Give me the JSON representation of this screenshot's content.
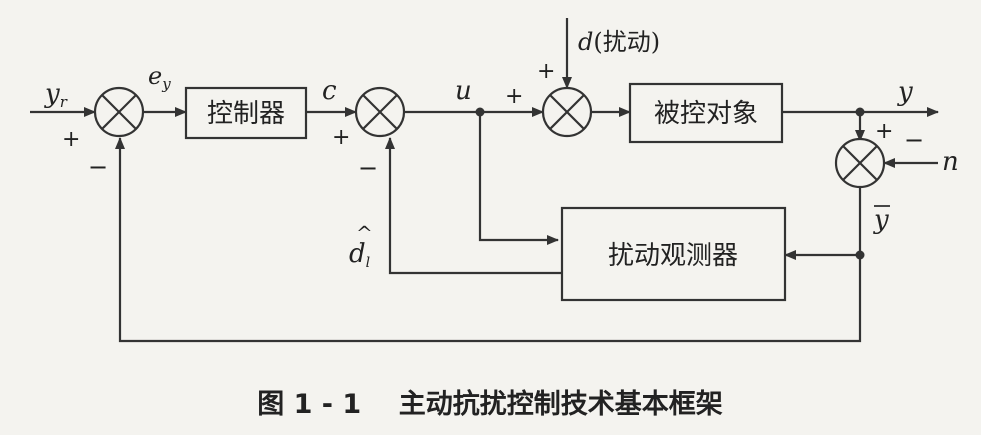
{
  "blocks": {
    "controller": "控制器",
    "plant": "被控对象",
    "observer": "扰动观测器"
  },
  "signals": {
    "yr": "y",
    "yr_sub": "r",
    "ey": "e",
    "ey_sub": "y",
    "c": "c",
    "u": "u",
    "d": "d",
    "d_desc": "(扰动)",
    "y": "y",
    "n": "n",
    "ybar": "y",
    "dhat": "d",
    "dhat_sub": "l"
  },
  "signs": {
    "j1_plus": "+",
    "j1_minus": "−",
    "j2_plus": "+",
    "j2_minus": "−",
    "j3_plus_left": "+",
    "j3_plus_top": "+",
    "j4_plus": "+",
    "j4_minus": "−"
  },
  "caption": "图 1 - 1    主动抗扰控制技术基本框架"
}
